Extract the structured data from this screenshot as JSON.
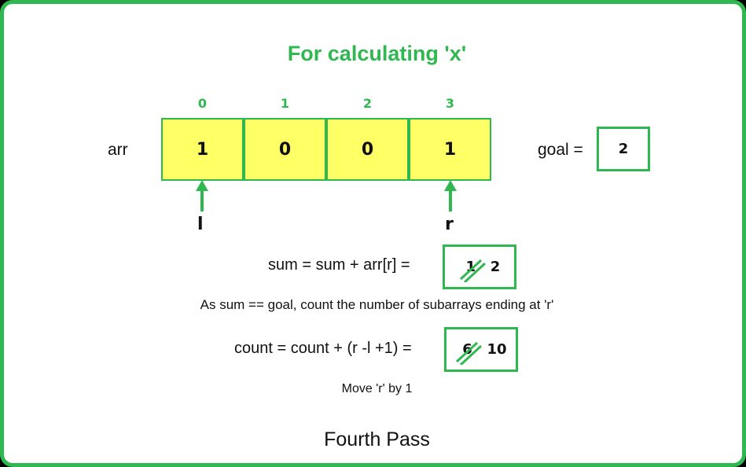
{
  "title": "For calculating 'x'",
  "array": {
    "label": "arr",
    "indices": [
      "0",
      "1",
      "2",
      "3"
    ],
    "values": [
      "1",
      "0",
      "0",
      "1"
    ]
  },
  "goal": {
    "label": "goal =",
    "value": "2"
  },
  "pointers": {
    "left": "l",
    "right": "r"
  },
  "sum": {
    "formula": "sum =  sum + arr[r] =",
    "old_value": "1",
    "new_value": "2"
  },
  "condition_note": "As sum == goal, count the number of subarrays ending at 'r'",
  "count": {
    "formula": "count =  count + (r -l +1) =",
    "old_value": "6",
    "new_value": "10"
  },
  "move_note": "Move 'r' by 1",
  "footer": "Fourth Pass",
  "colors": {
    "accent": "#2fb84f",
    "cell_fill": "#ffff66",
    "border_outer": "#000000"
  }
}
